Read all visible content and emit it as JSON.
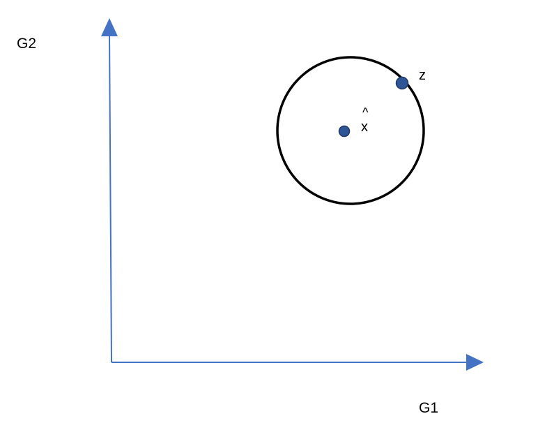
{
  "axes": {
    "y_label": "G2",
    "x_label": "G1",
    "color": "#4472C4"
  },
  "circle": {
    "stroke_color": "#000000"
  },
  "points": {
    "center": {
      "label": "x",
      "hat": "^",
      "fill_color": "#2F5597"
    },
    "boundary": {
      "label": "z",
      "fill_color": "#2F5597"
    }
  }
}
